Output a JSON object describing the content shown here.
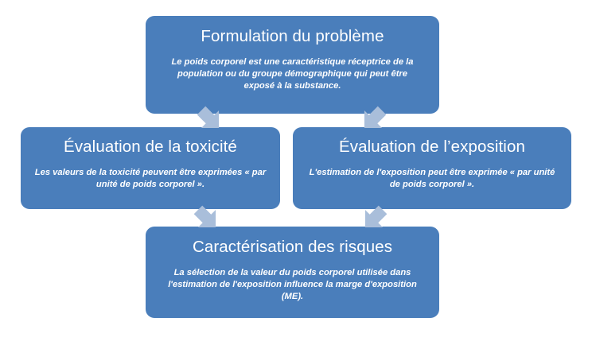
{
  "diagram": {
    "title": "",
    "colors": {
      "node_fill": "#4A7EBB",
      "node_text": "#FFFFFF",
      "arrow_fill": "#A9BEDA",
      "background": "#FFFFFF"
    },
    "nodes": [
      {
        "id": "problem-formulation",
        "title": "Formulation du problème",
        "description": "Le poids corporel est une caractéristique réceptrice de la population ou du groupe démographique qui peut être exposé à la substance."
      },
      {
        "id": "toxicity-assessment",
        "title": "Évaluation de la toxicité",
        "description": "Les valeurs de la toxicité peuvent être exprimées « par unité de poids corporel »."
      },
      {
        "id": "exposure-assessment",
        "title": "Évaluation de l’exposition",
        "description": "L'estimation de l'exposition peut être exprimée « par unité de poids corporel »."
      },
      {
        "id": "risk-characterization",
        "title": "Caractérisation des risques",
        "description": "La sélection de la valeur du poids corporel utilisée dans l'estimation de l'exposition influence la marge d'exposition (ME)."
      }
    ],
    "connectors": [
      {
        "id": "problem-to-toxicity",
        "icon": "arrow-down-left-icon",
        "from": "problem-formulation",
        "to": "toxicity-assessment"
      },
      {
        "id": "problem-to-exposure",
        "icon": "arrow-down-right-icon",
        "from": "problem-formulation",
        "to": "exposure-assessment"
      },
      {
        "id": "toxicity-to-risk",
        "icon": "arrow-down-right-icon",
        "from": "toxicity-assessment",
        "to": "risk-characterization"
      },
      {
        "id": "exposure-to-risk",
        "icon": "arrow-down-left-icon",
        "from": "exposure-assessment",
        "to": "risk-characterization"
      }
    ]
  }
}
